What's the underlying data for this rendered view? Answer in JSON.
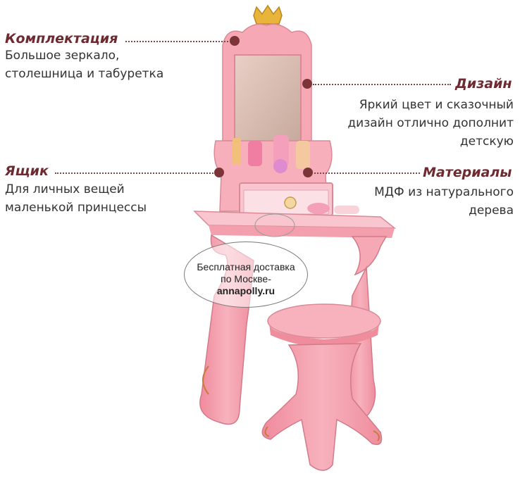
{
  "features": {
    "kit": {
      "title": "Комплектация",
      "text": "Большое зеркало,\nстолешница и табуретка"
    },
    "design": {
      "title": "Дизайн",
      "text": "Яркий цвет и сказочный\nдизайн отлично дополнит\nдетскую"
    },
    "drawer": {
      "title": "Ящик",
      "text": "Для личных вещей\nмаленькой принцессы"
    },
    "materials": {
      "title": "Материалы",
      "text": "МДФ из натурального\nдерева"
    }
  },
  "delivery": {
    "line1": "Бесплатная доставка",
    "line2": "по Москве-",
    "site": "annapolly.ru"
  },
  "colors": {
    "furniture": "#f4a3b0",
    "furniture_light": "#f9c6cf",
    "trim": "#c97a3e",
    "crown": "#e8b53a",
    "accent_title": "#6e2a31",
    "marker": "#7c3438"
  }
}
